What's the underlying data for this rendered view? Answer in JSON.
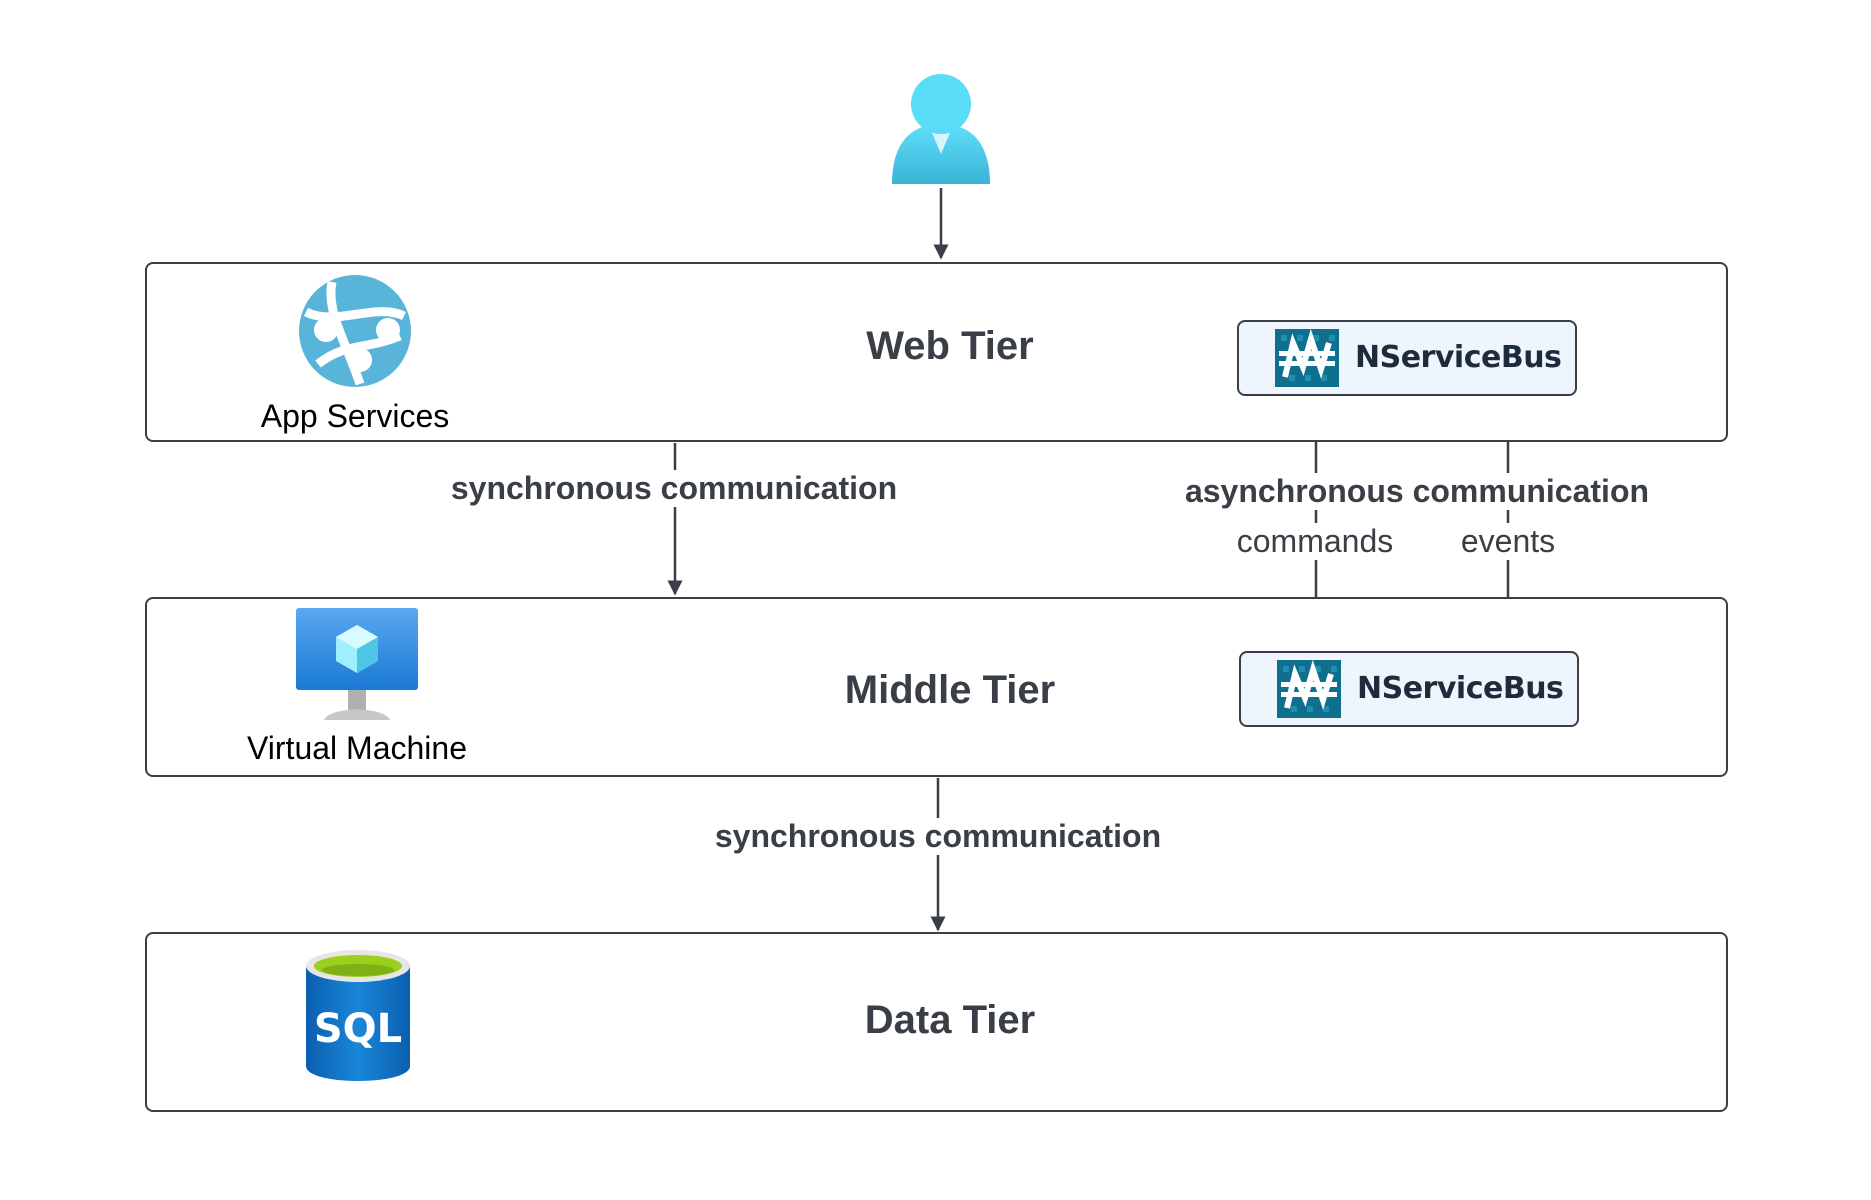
{
  "tiers": {
    "web": {
      "title": "Web Tier",
      "service_label": "App Services",
      "service_icon": "app-services-icon"
    },
    "middle": {
      "title": "Middle Tier",
      "service_label": "Virtual Machine",
      "service_icon": "virtual-machine-icon"
    },
    "data": {
      "title": "Data Tier",
      "service_icon": "sql-database-icon",
      "service_icon_text": "SQL"
    }
  },
  "nservicebus": {
    "label": "NServiceBus",
    "icon": "nservicebus-logo-icon"
  },
  "edges": {
    "web_to_middle": {
      "label": "synchronous communication"
    },
    "async": {
      "label": "asynchronous communication",
      "commands": "commands",
      "events": "events"
    },
    "middle_to_data": {
      "label": "synchronous communication"
    }
  },
  "user": {
    "icon": "user-icon"
  },
  "colors": {
    "border": "#3a3f47",
    "nsb_fill": "#eef5fd",
    "nsb_brand": "#0f6f8f",
    "azure_blue": "#1a86d8",
    "user_cyan": "#4fd0f0",
    "sql_lime": "#9ccf1b"
  }
}
